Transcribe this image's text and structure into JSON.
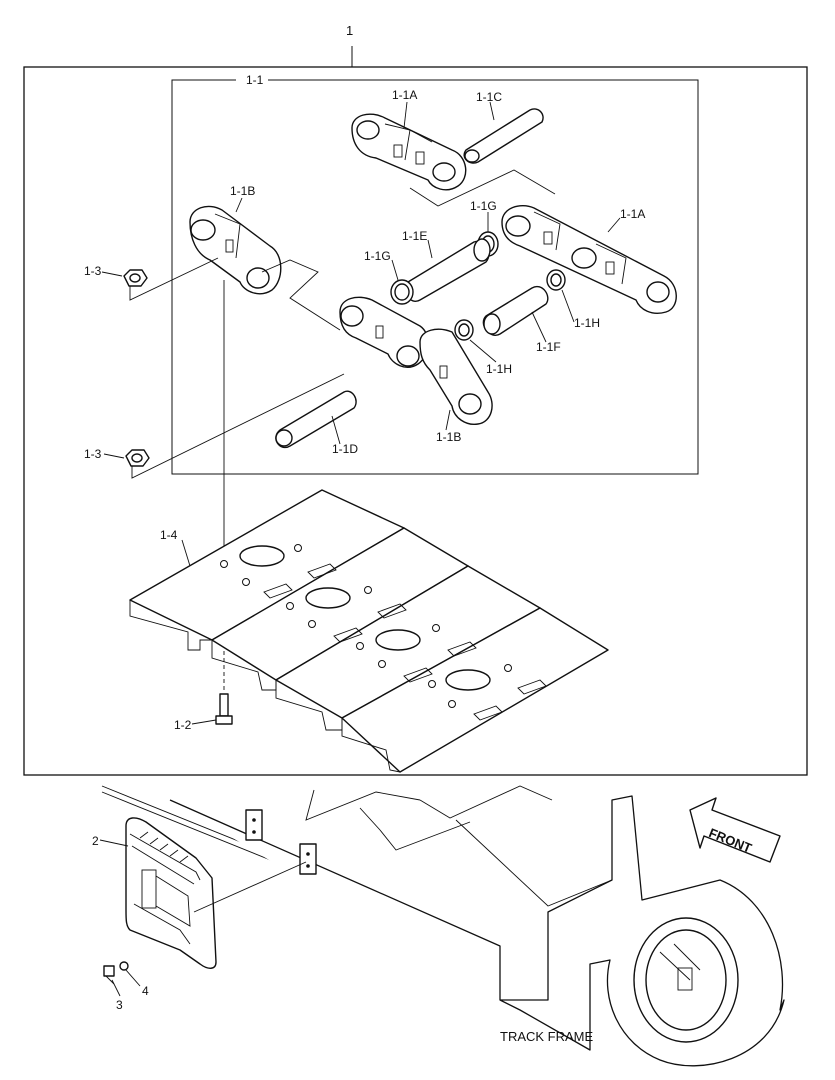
{
  "labels": {
    "assembly": "1",
    "subassembly": "1-1",
    "link_a_top": "1-1A",
    "pin_c": "1-1C",
    "link_b_left": "1-1B",
    "seal_g_upper": "1-1G",
    "link_a_right": "1-1A",
    "bushing_e": "1-1E",
    "nut_upper": "1-3",
    "seal_g_lower": "1-1G",
    "seal_h_right": "1-1H",
    "bushing_f": "1-1F",
    "seal_h_lower": "1-1H",
    "pin_d": "1-1D",
    "link_b_lower": "1-1B",
    "nut_lower": "1-3",
    "shoe": "1-4",
    "bolt": "1-2",
    "guard": "2",
    "screw": "3",
    "washer": "4",
    "front": "FRONT",
    "track_frame": "TRACK FRAME"
  },
  "icons": {
    "direction": "front-arrow-icon"
  }
}
